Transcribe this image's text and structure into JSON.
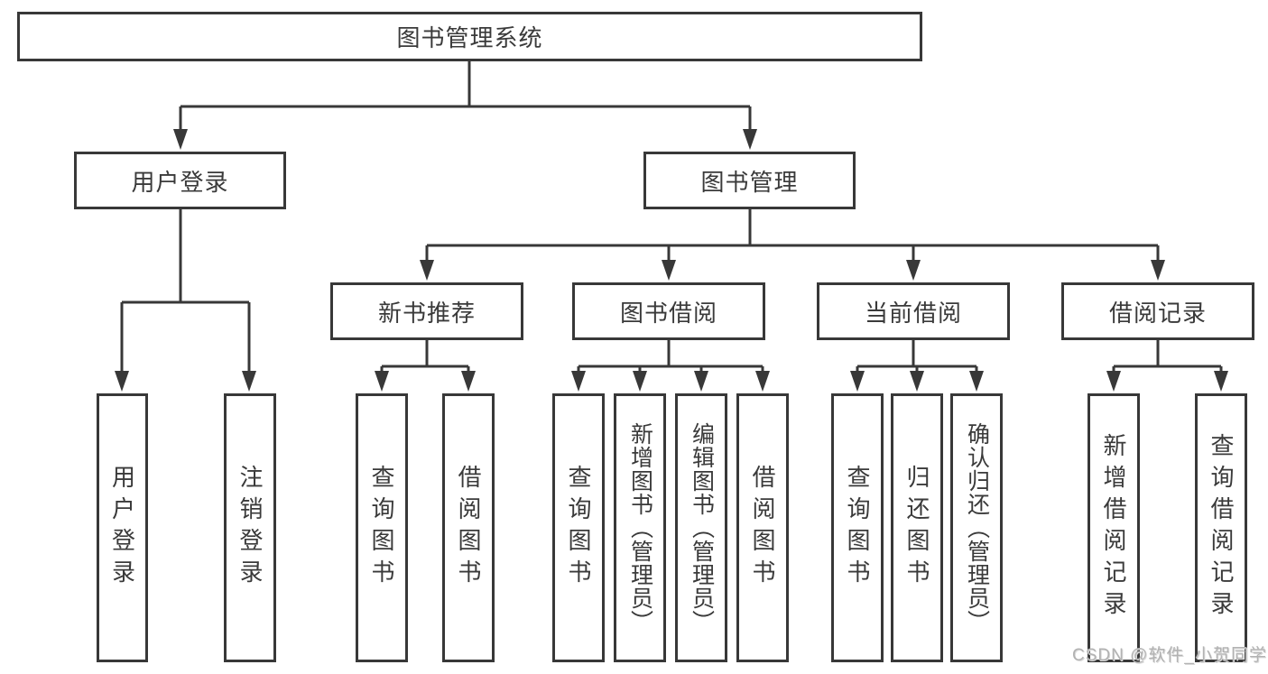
{
  "watermark": {
    "text": "CSDN @软件_小贺同学"
  },
  "colors": {
    "line": "#383838",
    "text": "#3a3a3a",
    "box_bg": "#ffffff"
  },
  "diagram": {
    "type": "hierarchy-tree",
    "root": {
      "label": "图书管理系统"
    },
    "level2": [
      {
        "id": "user-login",
        "label": "用户登录",
        "parent": "root"
      },
      {
        "id": "book-management",
        "label": "图书管理",
        "parent": "root"
      }
    ],
    "level3": [
      {
        "id": "new-book-recommend",
        "label": "新书推荐",
        "parent": "book-management"
      },
      {
        "id": "book-borrow",
        "label": "图书借阅",
        "parent": "book-management"
      },
      {
        "id": "current-borrow",
        "label": "当前借阅",
        "parent": "book-management"
      },
      {
        "id": "borrow-records",
        "label": "借阅记录",
        "parent": "book-management"
      }
    ],
    "leaves": [
      {
        "label": "用户登录",
        "parent": "user-login"
      },
      {
        "label": "注销登录",
        "parent": "user-login"
      },
      {
        "label": "查询图书",
        "parent": "new-book-recommend"
      },
      {
        "label": "借阅图书",
        "parent": "new-book-recommend"
      },
      {
        "label": "查询图书",
        "parent": "book-borrow"
      },
      {
        "label": "新增图书（管理员）",
        "parent": "book-borrow"
      },
      {
        "label": "编辑图书（管理员）",
        "parent": "book-borrow"
      },
      {
        "label": "借阅图书",
        "parent": "book-borrow"
      },
      {
        "label": "查询图书",
        "parent": "current-borrow"
      },
      {
        "label": "归还图书",
        "parent": "current-borrow"
      },
      {
        "label": "确认归还（管理员）",
        "parent": "current-borrow"
      },
      {
        "label": "新增借阅记录",
        "parent": "borrow-records"
      },
      {
        "label": "查询借阅记录",
        "parent": "borrow-records"
      }
    ]
  }
}
